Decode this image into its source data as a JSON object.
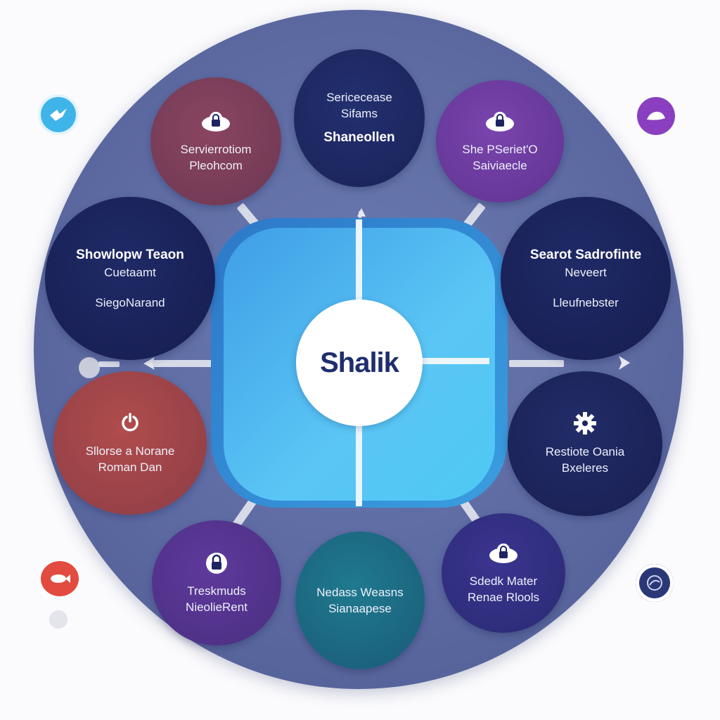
{
  "hub": {
    "title": "Shalik"
  },
  "nodes": [
    {
      "id": "top-left",
      "lines": [
        "Servierrotiom",
        "Pleohcom"
      ],
      "icon": "cloud-lock-icon"
    },
    {
      "id": "top",
      "lines": [
        "Sericecease",
        "Sifams"
      ],
      "bold": "Shaneollen"
    },
    {
      "id": "top-right",
      "lines": [
        "She PSeriet'O",
        "Saiviaecle"
      ],
      "icon": "cloud-lock-icon"
    },
    {
      "id": "left",
      "bold": "Showlopw Teaon",
      "lines": [
        "Cuetaamt"
      ],
      "sub": "SiegoNarand"
    },
    {
      "id": "right",
      "bold": "Searot Sadrofinte",
      "lines": [
        "Neveert"
      ],
      "sub": "Lleufnebster"
    },
    {
      "id": "lower-left",
      "lines": [
        "Sllorse a Norane",
        "Roman Dan"
      ],
      "icon": "power-icon"
    },
    {
      "id": "lower-right",
      "lines": [
        "Restiote Oania",
        "Bxeleres"
      ],
      "icon": "gear-icon"
    },
    {
      "id": "bottom-left",
      "lines": [
        "Treskmuds",
        "NieolieRent"
      ],
      "icon": "lock-icon"
    },
    {
      "id": "bottom",
      "lines": [
        "Nedass Weasns",
        "Sianaapese"
      ]
    },
    {
      "id": "bottom-right",
      "lines": [
        "Sdedk Mater",
        "Renae Rlools"
      ],
      "icon": "cloud-lock-icon"
    }
  ],
  "colors": {
    "disc": "#5d6aa2",
    "hub": "#4ec8f4",
    "navy": "#1c2461",
    "maroon": "#7e3e58",
    "purple": "#6a3a9a",
    "red": "#a8464a",
    "teal": "#1e6f86"
  },
  "side_icons": [
    "bird-icon",
    "cloud-icon",
    "fish-icon",
    "globe-icon"
  ]
}
